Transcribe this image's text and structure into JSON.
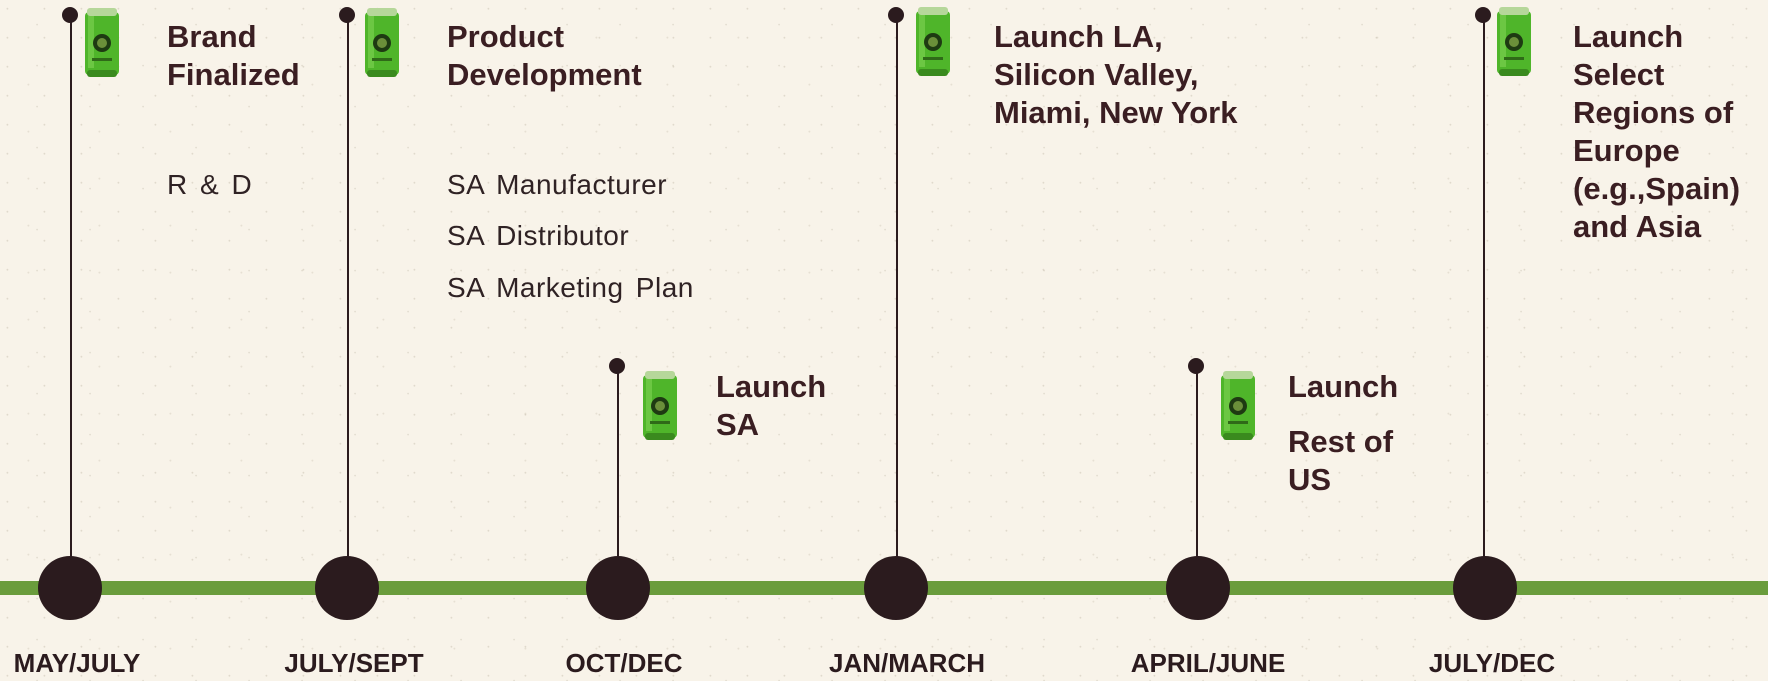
{
  "colors": {
    "background": "#f8f3e9",
    "axis": "#6a9c3c",
    "node": "#2b1b1e",
    "text": "#3a1e22",
    "can_green": "#4fb52a"
  },
  "icons": {
    "milestone_marker": "green-can-icon"
  },
  "periods": [
    "MAY/JULY",
    "JULY/SEPT",
    "OCT/DEC",
    "JAN/MARCH",
    "APRIL/JUNE",
    "JULY/DEC"
  ],
  "milestones": [
    {
      "title": "Brand\nFinalized",
      "details": [
        "R & D"
      ]
    },
    {
      "title": "Product\nDevelopment",
      "details": [
        "SA Manufacturer",
        "SA Distributor",
        "SA Marketing Plan"
      ]
    },
    {
      "title": "Launch\nSA",
      "details": []
    },
    {
      "title": "Launch LA,\nSilicon Valley,\nMiami, New York",
      "details": []
    },
    {
      "title": "Launch",
      "subtitle": "Rest of\nUS",
      "details": []
    },
    {
      "title": "Launch\nSelect\nRegions of\nEurope\n(e.g.,Spain)\nand Asia",
      "details": []
    }
  ]
}
